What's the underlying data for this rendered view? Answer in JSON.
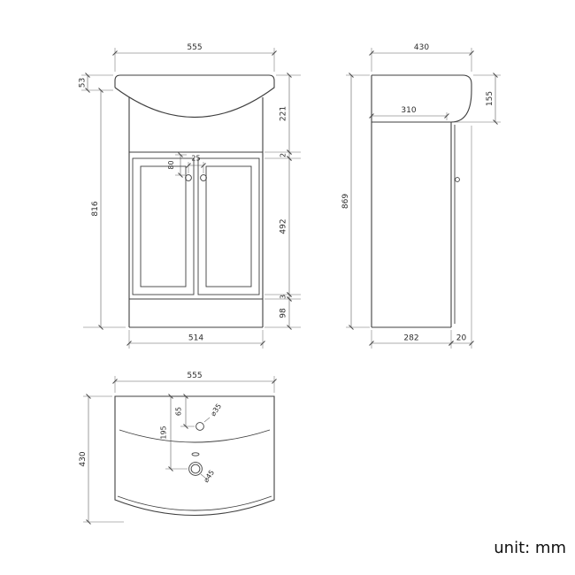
{
  "drawing": {
    "front_view": {
      "overall_width": "555",
      "basin_rim_height": "53",
      "cabinet_height": "816",
      "top_to_door": "221",
      "door_top_gap": "2",
      "door_height": "492",
      "door_bottom_gap": "3",
      "plinth_height": "98",
      "handle_drop": "80",
      "handle_spacing": "25",
      "cabinet_width": "514"
    },
    "side_view": {
      "overall_depth": "430",
      "basin_front_height": "155",
      "worktop_inner_depth": "310",
      "overall_height": "869",
      "cabinet_depth": "282",
      "door_thickness": "20"
    },
    "plan_view": {
      "overall_width": "555",
      "overall_depth": "430",
      "tap_hole_offset": "65",
      "waste_hole_offset": "195",
      "tap_hole_diameter": "⌀35",
      "waste_hole_diameter": "⌀45"
    },
    "footer": {
      "unit_label": "unit: mm"
    },
    "colors": {
      "background": "#ffffff",
      "line": "#3f3f3f",
      "dimension": "#555555",
      "text": "#2b2b2b"
    }
  }
}
